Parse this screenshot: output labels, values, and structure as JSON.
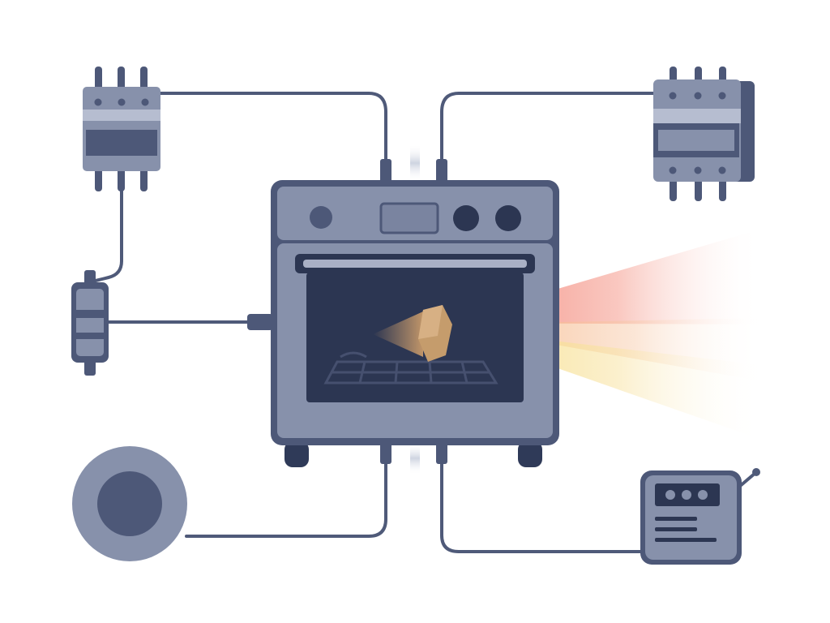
{
  "diagram": {
    "nodes": [
      {
        "id": "breaker-top-left",
        "icon": "circuit-breaker-icon"
      },
      {
        "id": "contactor-top-right",
        "icon": "contactor-icon"
      },
      {
        "id": "inline-fuse-left",
        "icon": "inline-fuse-icon"
      },
      {
        "id": "oven-center",
        "icon": "oven-icon"
      },
      {
        "id": "gauge-bottom-left",
        "icon": "dial-gauge-icon"
      },
      {
        "id": "monitor-bottom-right",
        "icon": "wireless-monitor-icon"
      }
    ],
    "edges": [
      {
        "from": "breaker-top-left",
        "to": "oven-center"
      },
      {
        "from": "breaker-top-left",
        "to": "inline-fuse-left"
      },
      {
        "from": "inline-fuse-left",
        "to": "oven-center"
      },
      {
        "from": "contactor-top-right",
        "to": "oven-center"
      },
      {
        "from": "oven-center",
        "to": "gauge-bottom-left"
      },
      {
        "from": "oven-center",
        "to": "monitor-bottom-right"
      }
    ],
    "effect": "heat-beam",
    "colors": {
      "device": "#8791ab",
      "device_dark": "#4d5878",
      "screen": "#2c3652",
      "wire": "#4f5a79",
      "heat_red": "#f27b6e",
      "heat_yellow": "#f6dc7a"
    }
  }
}
